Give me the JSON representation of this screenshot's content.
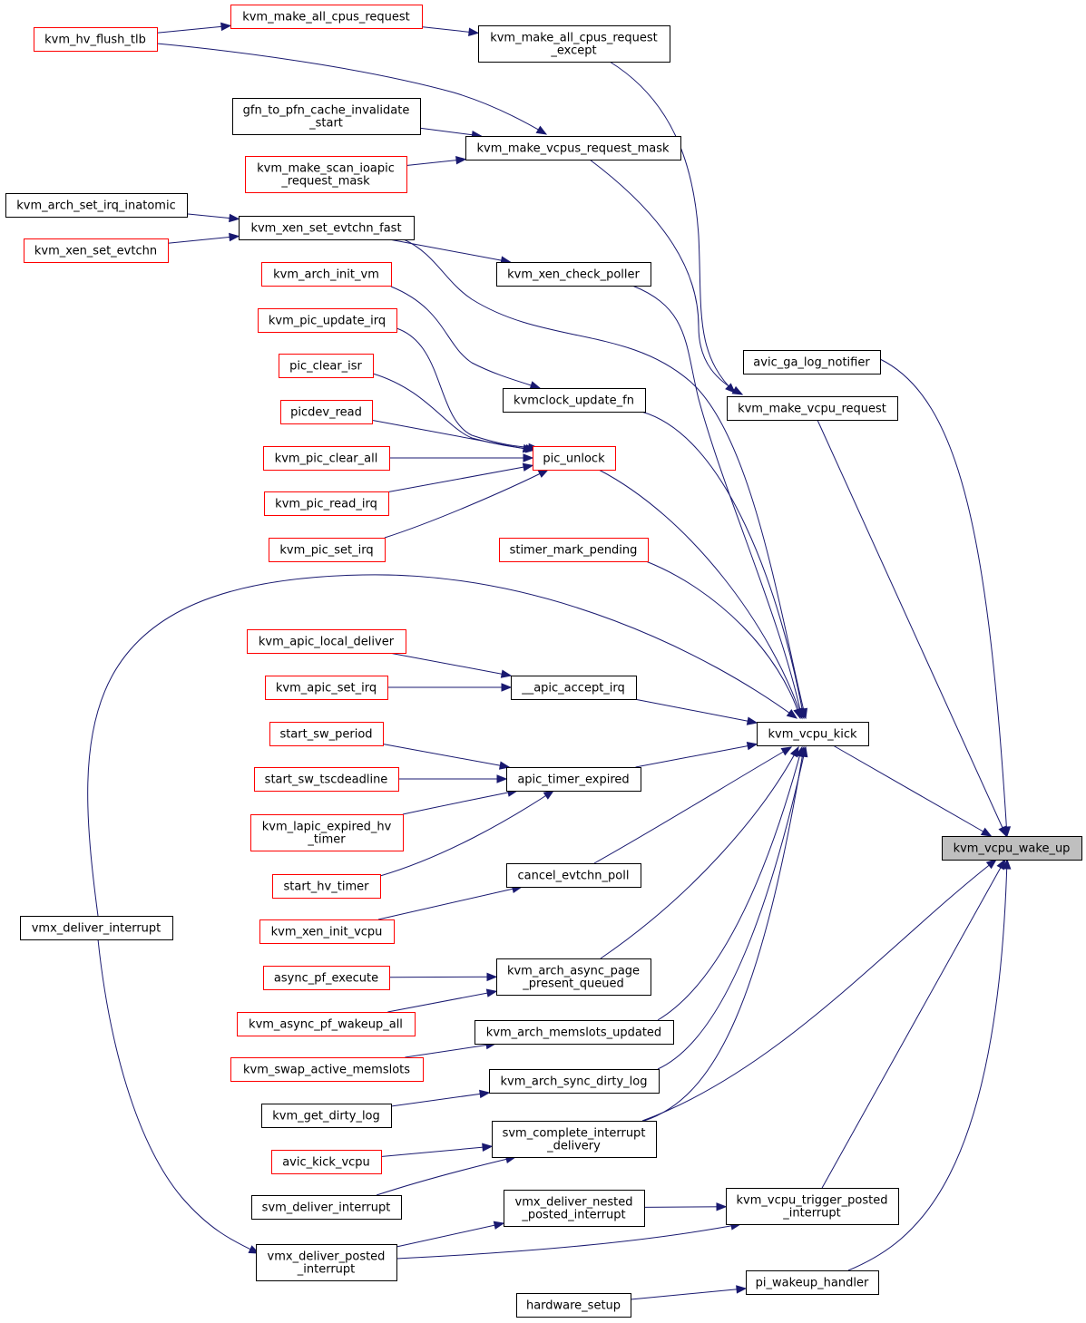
{
  "colors": {
    "edge": "#191970",
    "border_default": "#000000",
    "border_truncated": "#ff0000",
    "fill_default": "#ffffff",
    "fill_focus": "#bfbfbf"
  },
  "nodes": [
    {
      "id": "kvm_vcpu_wake_up",
      "lines": [
        "kvm_vcpu_wake_up"
      ],
      "style": "focus"
    },
    {
      "id": "avic_ga_log_notifier",
      "lines": [
        "avic_ga_log_notifier"
      ],
      "style": "default"
    },
    {
      "id": "kvm_make_vcpu_request",
      "lines": [
        "kvm_make_vcpu_request"
      ],
      "style": "default"
    },
    {
      "id": "kvm_vcpu_kick",
      "lines": [
        "kvm_vcpu_kick"
      ],
      "style": "default"
    },
    {
      "id": "kvm_vcpu_trigger_posted_interrupt",
      "lines": [
        "kvm_vcpu_trigger_posted",
        "_interrupt"
      ],
      "style": "default"
    },
    {
      "id": "pi_wakeup_handler",
      "lines": [
        "pi_wakeup_handler"
      ],
      "style": "default"
    },
    {
      "id": "hardware_setup",
      "lines": [
        "hardware_setup"
      ],
      "style": "default"
    },
    {
      "id": "kvm_make_all_cpus_request",
      "lines": [
        "kvm_make_all_cpus_request"
      ],
      "style": "truncated"
    },
    {
      "id": "kvm_hv_flush_tlb",
      "lines": [
        "kvm_hv_flush_tlb"
      ],
      "style": "truncated"
    },
    {
      "id": "kvm_make_all_cpus_request_except",
      "lines": [
        "kvm_make_all_cpus_request",
        "_except"
      ],
      "style": "default"
    },
    {
      "id": "gfn_to_pfn_cache_invalidate_start",
      "lines": [
        "gfn_to_pfn_cache_invalidate",
        "_start"
      ],
      "style": "default"
    },
    {
      "id": "kvm_make_vcpus_request_mask",
      "lines": [
        "kvm_make_vcpus_request_mask"
      ],
      "style": "default"
    },
    {
      "id": "kvm_make_scan_ioapic_request_mask",
      "lines": [
        "kvm_make_scan_ioapic",
        "_request_mask"
      ],
      "style": "truncated"
    },
    {
      "id": "kvm_arch_set_irq_inatomic",
      "lines": [
        "kvm_arch_set_irq_inatomic"
      ],
      "style": "default"
    },
    {
      "id": "kvm_xen_set_evtchn_fast",
      "lines": [
        "kvm_xen_set_evtchn_fast"
      ],
      "style": "default"
    },
    {
      "id": "kvm_xen_set_evtchn",
      "lines": [
        "kvm_xen_set_evtchn"
      ],
      "style": "truncated"
    },
    {
      "id": "kvm_xen_check_poller",
      "lines": [
        "kvm_xen_check_poller"
      ],
      "style": "default"
    },
    {
      "id": "kvm_arch_init_vm",
      "lines": [
        "kvm_arch_init_vm"
      ],
      "style": "truncated"
    },
    {
      "id": "kvmclock_update_fn",
      "lines": [
        "kvmclock_update_fn"
      ],
      "style": "default"
    },
    {
      "id": "kvm_pic_update_irq",
      "lines": [
        "kvm_pic_update_irq"
      ],
      "style": "truncated"
    },
    {
      "id": "pic_clear_isr",
      "lines": [
        "pic_clear_isr"
      ],
      "style": "truncated"
    },
    {
      "id": "picdev_read",
      "lines": [
        "picdev_read"
      ],
      "style": "truncated"
    },
    {
      "id": "kvm_pic_clear_all",
      "lines": [
        "kvm_pic_clear_all"
      ],
      "style": "truncated"
    },
    {
      "id": "kvm_pic_read_irq",
      "lines": [
        "kvm_pic_read_irq"
      ],
      "style": "truncated"
    },
    {
      "id": "kvm_pic_set_irq",
      "lines": [
        "kvm_pic_set_irq"
      ],
      "style": "truncated"
    },
    {
      "id": "pic_unlock",
      "lines": [
        "pic_unlock"
      ],
      "style": "truncated"
    },
    {
      "id": "stimer_mark_pending",
      "lines": [
        "stimer_mark_pending"
      ],
      "style": "truncated"
    },
    {
      "id": "kvm_apic_local_deliver",
      "lines": [
        "kvm_apic_local_deliver"
      ],
      "style": "truncated"
    },
    {
      "id": "kvm_apic_set_irq",
      "lines": [
        "kvm_apic_set_irq"
      ],
      "style": "truncated"
    },
    {
      "id": "__apic_accept_irq",
      "lines": [
        "__apic_accept_irq"
      ],
      "style": "default"
    },
    {
      "id": "start_sw_period",
      "lines": [
        "start_sw_period"
      ],
      "style": "truncated"
    },
    {
      "id": "start_sw_tscdeadline",
      "lines": [
        "start_sw_tscdeadline"
      ],
      "style": "truncated"
    },
    {
      "id": "kvm_lapic_expired_hv_timer",
      "lines": [
        "kvm_lapic_expired_hv",
        "_timer"
      ],
      "style": "truncated"
    },
    {
      "id": "start_hv_timer",
      "lines": [
        "start_hv_timer"
      ],
      "style": "truncated"
    },
    {
      "id": "apic_timer_expired",
      "lines": [
        "apic_timer_expired"
      ],
      "style": "default"
    },
    {
      "id": "cancel_evtchn_poll",
      "lines": [
        "cancel_evtchn_poll"
      ],
      "style": "default"
    },
    {
      "id": "kvm_xen_init_vcpu",
      "lines": [
        "kvm_xen_init_vcpu"
      ],
      "style": "truncated"
    },
    {
      "id": "vmx_deliver_interrupt",
      "lines": [
        "vmx_deliver_interrupt"
      ],
      "style": "default"
    },
    {
      "id": "async_pf_execute",
      "lines": [
        "async_pf_execute"
      ],
      "style": "truncated"
    },
    {
      "id": "kvm_arch_async_page_present_queued",
      "lines": [
        "kvm_arch_async_page",
        "_present_queued"
      ],
      "style": "default"
    },
    {
      "id": "kvm_async_pf_wakeup_all",
      "lines": [
        "kvm_async_pf_wakeup_all"
      ],
      "style": "truncated"
    },
    {
      "id": "kvm_arch_memslots_updated",
      "lines": [
        "kvm_arch_memslots_updated"
      ],
      "style": "default"
    },
    {
      "id": "kvm_swap_active_memslots",
      "lines": [
        "kvm_swap_active_memslots"
      ],
      "style": "truncated"
    },
    {
      "id": "kvm_arch_sync_dirty_log",
      "lines": [
        "kvm_arch_sync_dirty_log"
      ],
      "style": "default"
    },
    {
      "id": "kvm_get_dirty_log",
      "lines": [
        "kvm_get_dirty_log"
      ],
      "style": "default"
    },
    {
      "id": "svm_complete_interrupt_delivery",
      "lines": [
        "svm_complete_interrupt",
        "_delivery"
      ],
      "style": "default"
    },
    {
      "id": "avic_kick_vcpu",
      "lines": [
        "avic_kick_vcpu"
      ],
      "style": "truncated"
    },
    {
      "id": "svm_deliver_interrupt",
      "lines": [
        "svm_deliver_interrupt"
      ],
      "style": "default"
    },
    {
      "id": "vmx_deliver_nested_posted_interrupt",
      "lines": [
        "vmx_deliver_nested",
        "_posted_interrupt"
      ],
      "style": "default"
    },
    {
      "id": "vmx_deliver_posted_interrupt",
      "lines": [
        "vmx_deliver_posted",
        "_interrupt"
      ],
      "style": "default"
    }
  ],
  "edges": [
    {
      "from": "avic_ga_log_notifier",
      "to": "kvm_vcpu_wake_up"
    },
    {
      "from": "kvm_make_vcpu_request",
      "to": "kvm_vcpu_wake_up"
    },
    {
      "from": "kvm_vcpu_kick",
      "to": "kvm_vcpu_wake_up"
    },
    {
      "from": "svm_complete_interrupt_delivery",
      "to": "kvm_vcpu_wake_up"
    },
    {
      "from": "kvm_vcpu_trigger_posted_interrupt",
      "to": "kvm_vcpu_wake_up"
    },
    {
      "from": "pi_wakeup_handler",
      "to": "kvm_vcpu_wake_up"
    },
    {
      "from": "kvm_make_all_cpus_request_except",
      "to": "kvm_make_vcpu_request"
    },
    {
      "from": "kvm_make_vcpus_request_mask",
      "to": "kvm_make_vcpu_request"
    },
    {
      "from": "kvm_xen_check_poller",
      "to": "kvm_vcpu_kick"
    },
    {
      "from": "kvm_xen_set_evtchn_fast",
      "to": "kvm_vcpu_kick"
    },
    {
      "from": "kvmclock_update_fn",
      "to": "kvm_vcpu_kick"
    },
    {
      "from": "pic_unlock",
      "to": "kvm_vcpu_kick"
    },
    {
      "from": "stimer_mark_pending",
      "to": "kvm_vcpu_kick"
    },
    {
      "from": "__apic_accept_irq",
      "to": "kvm_vcpu_kick"
    },
    {
      "from": "vmx_deliver_interrupt",
      "to": "kvm_vcpu_kick"
    },
    {
      "from": "apic_timer_expired",
      "to": "kvm_vcpu_kick"
    },
    {
      "from": "cancel_evtchn_poll",
      "to": "kvm_vcpu_kick"
    },
    {
      "from": "kvm_arch_async_page_present_queued",
      "to": "kvm_vcpu_kick"
    },
    {
      "from": "kvm_arch_memslots_updated",
      "to": "kvm_vcpu_kick"
    },
    {
      "from": "kvm_arch_sync_dirty_log",
      "to": "kvm_vcpu_kick"
    },
    {
      "from": "svm_complete_interrupt_delivery",
      "to": "kvm_vcpu_kick"
    },
    {
      "from": "vmx_deliver_nested_posted_interrupt",
      "to": "kvm_vcpu_trigger_posted_interrupt"
    },
    {
      "from": "vmx_deliver_posted_interrupt",
      "to": "kvm_vcpu_trigger_posted_interrupt"
    },
    {
      "from": "hardware_setup",
      "to": "pi_wakeup_handler"
    },
    {
      "from": "kvm_hv_flush_tlb",
      "to": "kvm_make_all_cpus_request"
    },
    {
      "from": "kvm_make_all_cpus_request",
      "to": "kvm_make_all_cpus_request_except"
    },
    {
      "from": "kvm_hv_flush_tlb",
      "to": "kvm_make_vcpus_request_mask"
    },
    {
      "from": "gfn_to_pfn_cache_invalidate_start",
      "to": "kvm_make_vcpus_request_mask"
    },
    {
      "from": "kvm_make_scan_ioapic_request_mask",
      "to": "kvm_make_vcpus_request_mask"
    },
    {
      "from": "kvm_arch_set_irq_inatomic",
      "to": "kvm_xen_set_evtchn_fast"
    },
    {
      "from": "kvm_xen_set_evtchn",
      "to": "kvm_xen_set_evtchn_fast"
    },
    {
      "from": "kvm_xen_set_evtchn_fast",
      "to": "kvm_xen_check_poller"
    },
    {
      "from": "kvm_arch_init_vm",
      "to": "kvmclock_update_fn"
    },
    {
      "from": "kvm_pic_update_irq",
      "to": "pic_unlock"
    },
    {
      "from": "pic_clear_isr",
      "to": "pic_unlock"
    },
    {
      "from": "picdev_read",
      "to": "pic_unlock"
    },
    {
      "from": "kvm_pic_clear_all",
      "to": "pic_unlock"
    },
    {
      "from": "kvm_pic_read_irq",
      "to": "pic_unlock"
    },
    {
      "from": "kvm_pic_set_irq",
      "to": "pic_unlock"
    },
    {
      "from": "kvm_apic_local_deliver",
      "to": "__apic_accept_irq"
    },
    {
      "from": "kvm_apic_set_irq",
      "to": "__apic_accept_irq"
    },
    {
      "from": "start_sw_period",
      "to": "apic_timer_expired"
    },
    {
      "from": "start_sw_tscdeadline",
      "to": "apic_timer_expired"
    },
    {
      "from": "kvm_lapic_expired_hv_timer",
      "to": "apic_timer_expired"
    },
    {
      "from": "start_hv_timer",
      "to": "apic_timer_expired"
    },
    {
      "from": "kvm_xen_init_vcpu",
      "to": "cancel_evtchn_poll"
    },
    {
      "from": "async_pf_execute",
      "to": "kvm_arch_async_page_present_queued"
    },
    {
      "from": "kvm_async_pf_wakeup_all",
      "to": "kvm_arch_async_page_present_queued"
    },
    {
      "from": "kvm_swap_active_memslots",
      "to": "kvm_arch_memslots_updated"
    },
    {
      "from": "kvm_get_dirty_log",
      "to": "kvm_arch_sync_dirty_log"
    },
    {
      "from": "avic_kick_vcpu",
      "to": "svm_complete_interrupt_delivery"
    },
    {
      "from": "svm_deliver_interrupt",
      "to": "svm_complete_interrupt_delivery"
    },
    {
      "from": "vmx_deliver_interrupt",
      "to": "vmx_deliver_posted_interrupt"
    },
    {
      "from": "vmx_deliver_posted_interrupt",
      "to": "vmx_deliver_nested_posted_interrupt"
    }
  ]
}
